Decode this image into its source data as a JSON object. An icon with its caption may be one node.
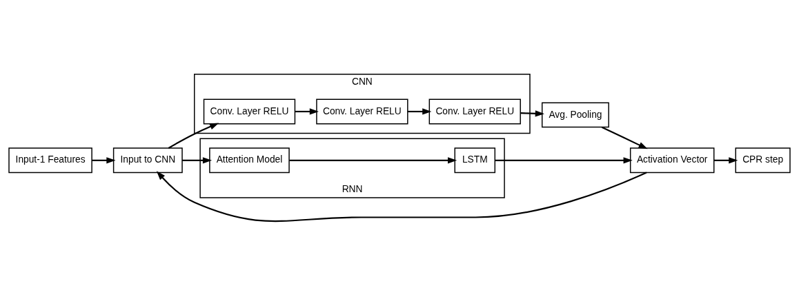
{
  "diagram": {
    "nodes": [
      {
        "text": [
          "Input to CNN"
        ]
      },
      {
        "text": [
          "CNN"
        ]
      },
      {
        "text": [
          "Conv. Layer RELU"
        ],
        "in": 1
      },
      {
        "text": [
          "Conv. Layer RELU"
        ],
        "in": 1
      },
      {
        "text": [
          "Conv. Layer RELU"
        ],
        "in": 1
      },
      {
        "text": [
          "Avg. Pooling"
        ]
      },
      {
        "text": [
          "RNN"
        ]
      },
      {
        "text": [
          "Attention Model"
        ],
        "in": 6
      },
      {
        "text": [
          "LSTM"
        ],
        "in": 6
      },
      {
        "text": [
          "Activation Vector"
        ]
      },
      {
        "text": [
          "Input-1 Features"
        ]
      },
      {
        "text": [
          "CPR step"
        ]
      }
    ],
    "edges": [
      {
        "from": 0,
        "to": 2,
        "arrow": "to"
      },
      {
        "from": 2,
        "to": 3,
        "arrow": "to"
      },
      {
        "from": 3,
        "to": 4,
        "arrow": "to"
      },
      {
        "from": 4,
        "to": 5,
        "arrow": "to"
      },
      {
        "from": 5,
        "to": 9,
        "arrow": "to"
      },
      {
        "from": 0,
        "to": 7,
        "arrow": "to"
      },
      {
        "from": 7,
        "to": 8,
        "arrow": "to"
      },
      {
        "from": 8,
        "to": 9,
        "arrow": "to"
      },
      {
        "from": 9,
        "to": 0,
        "arrow": "to"
      },
      {
        "from": 10,
        "to": 0,
        "arrow": "to"
      },
      {
        "from": 9,
        "to": 11,
        "arrow": "to"
      }
    ]
  }
}
